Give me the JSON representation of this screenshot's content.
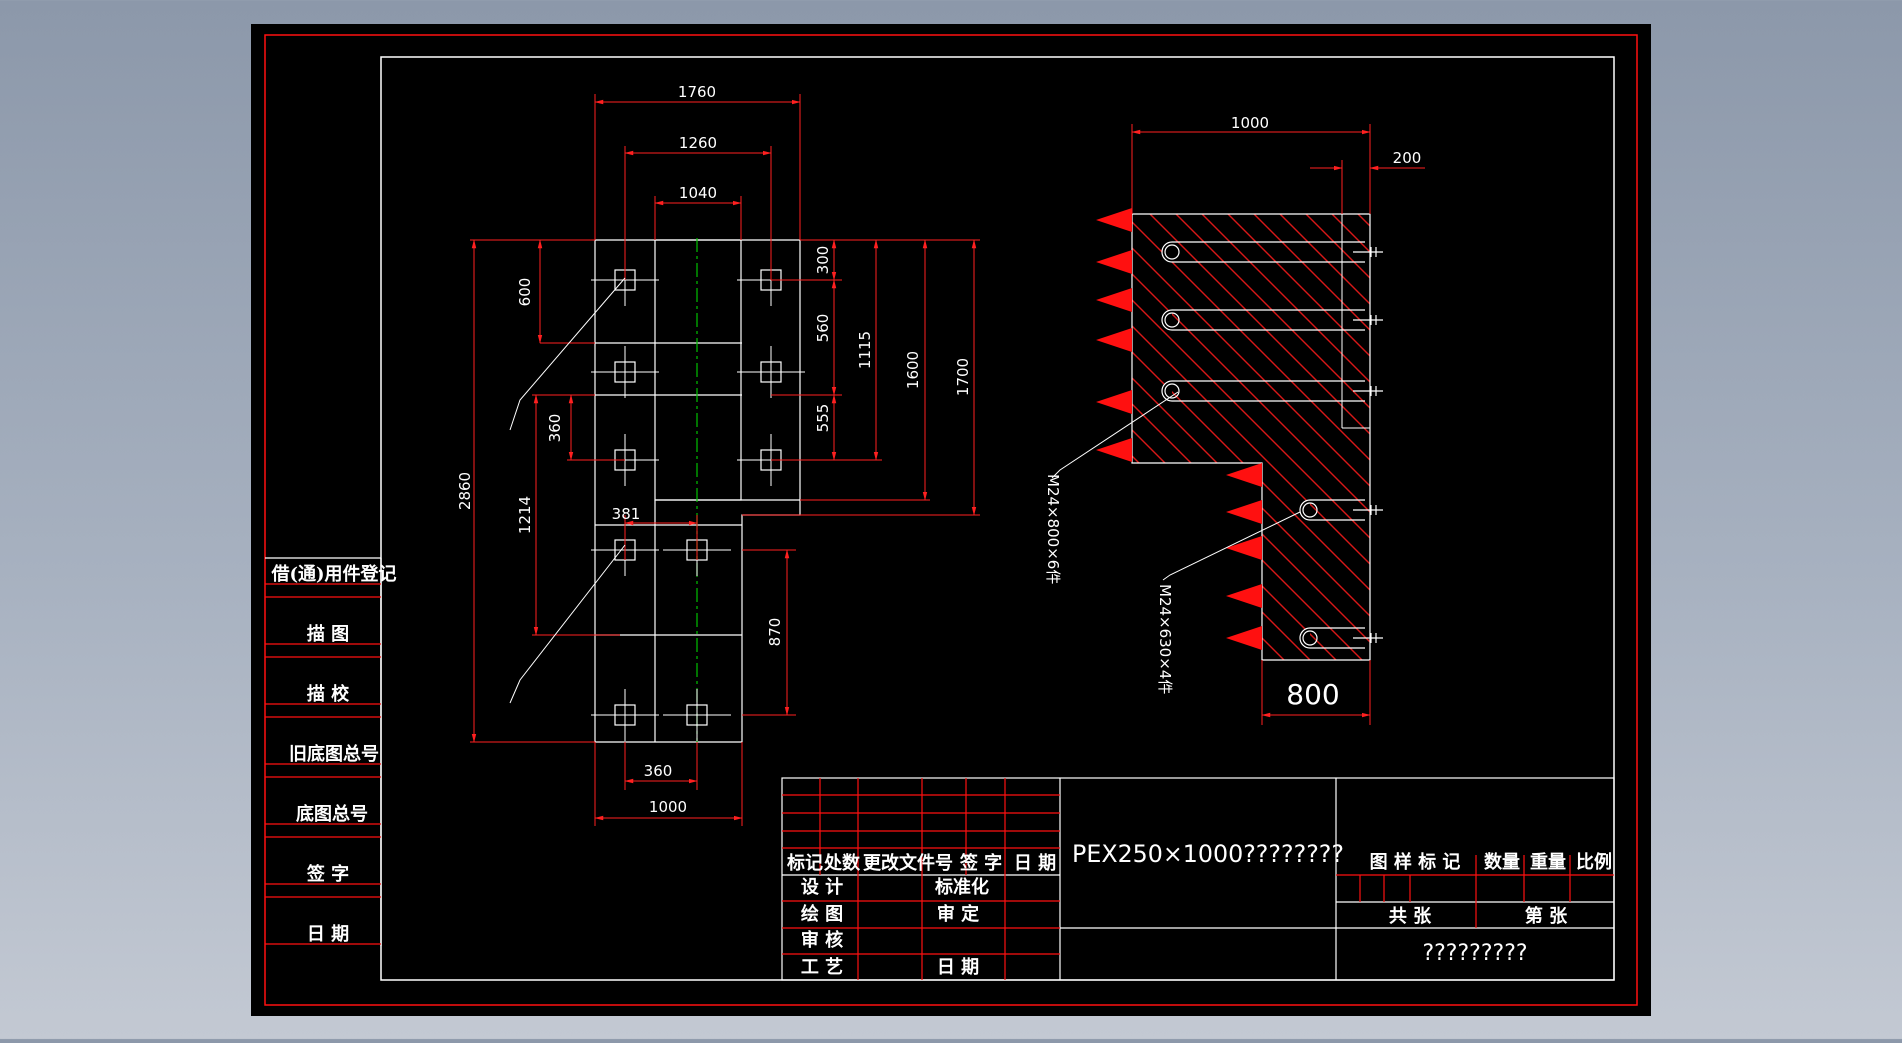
{
  "colors": {
    "sheet": "#000000",
    "border": "#ff1010",
    "frame": "#ffffff",
    "dimension": "#ff2020",
    "centerline": "#00c000",
    "hatch": "#d81818",
    "text": "#ffffff"
  },
  "side_column": {
    "labels": [
      "借(通)用件登记",
      "描 图",
      "描 校",
      "旧底图总号",
      "底图总号",
      "签 字",
      "日 期"
    ]
  },
  "plan_dimensions": {
    "top_1760": "1760",
    "top_1260": "1260",
    "top_1040": "1040",
    "left_600": "600",
    "left_360": "360",
    "left_2860": "2860",
    "left_1214": "1214",
    "mid_381": "381",
    "right_300": "300",
    "right_560": "560",
    "right_555": "555",
    "right_1115": "1115",
    "right_1600": "1600",
    "right_1700": "1700",
    "right_870": "870",
    "bottom_360": "360",
    "bottom_1000": "1000"
  },
  "section_dimensions": {
    "top_1000": "1000",
    "top_200": "200",
    "bottom_800": "800",
    "bolt_note_1": "M24×800×6件",
    "bolt_note_2": "M24×630×4件"
  },
  "title_block": {
    "header_row": [
      "标记",
      "处数",
      "更改文件号",
      "签 字",
      "日 期"
    ],
    "rows_left": [
      "设 计",
      "绘 图",
      "审 核",
      "工 艺"
    ],
    "rows_mid": [
      "标准化",
      "审 定",
      "日 期"
    ],
    "drawing_title": "PEX250×1000????????",
    "right_header": [
      "图 样 标 记",
      "数量",
      "重量",
      "比例"
    ],
    "sheet_total": "共   张",
    "sheet_no": "第   张",
    "company": "?????????"
  }
}
